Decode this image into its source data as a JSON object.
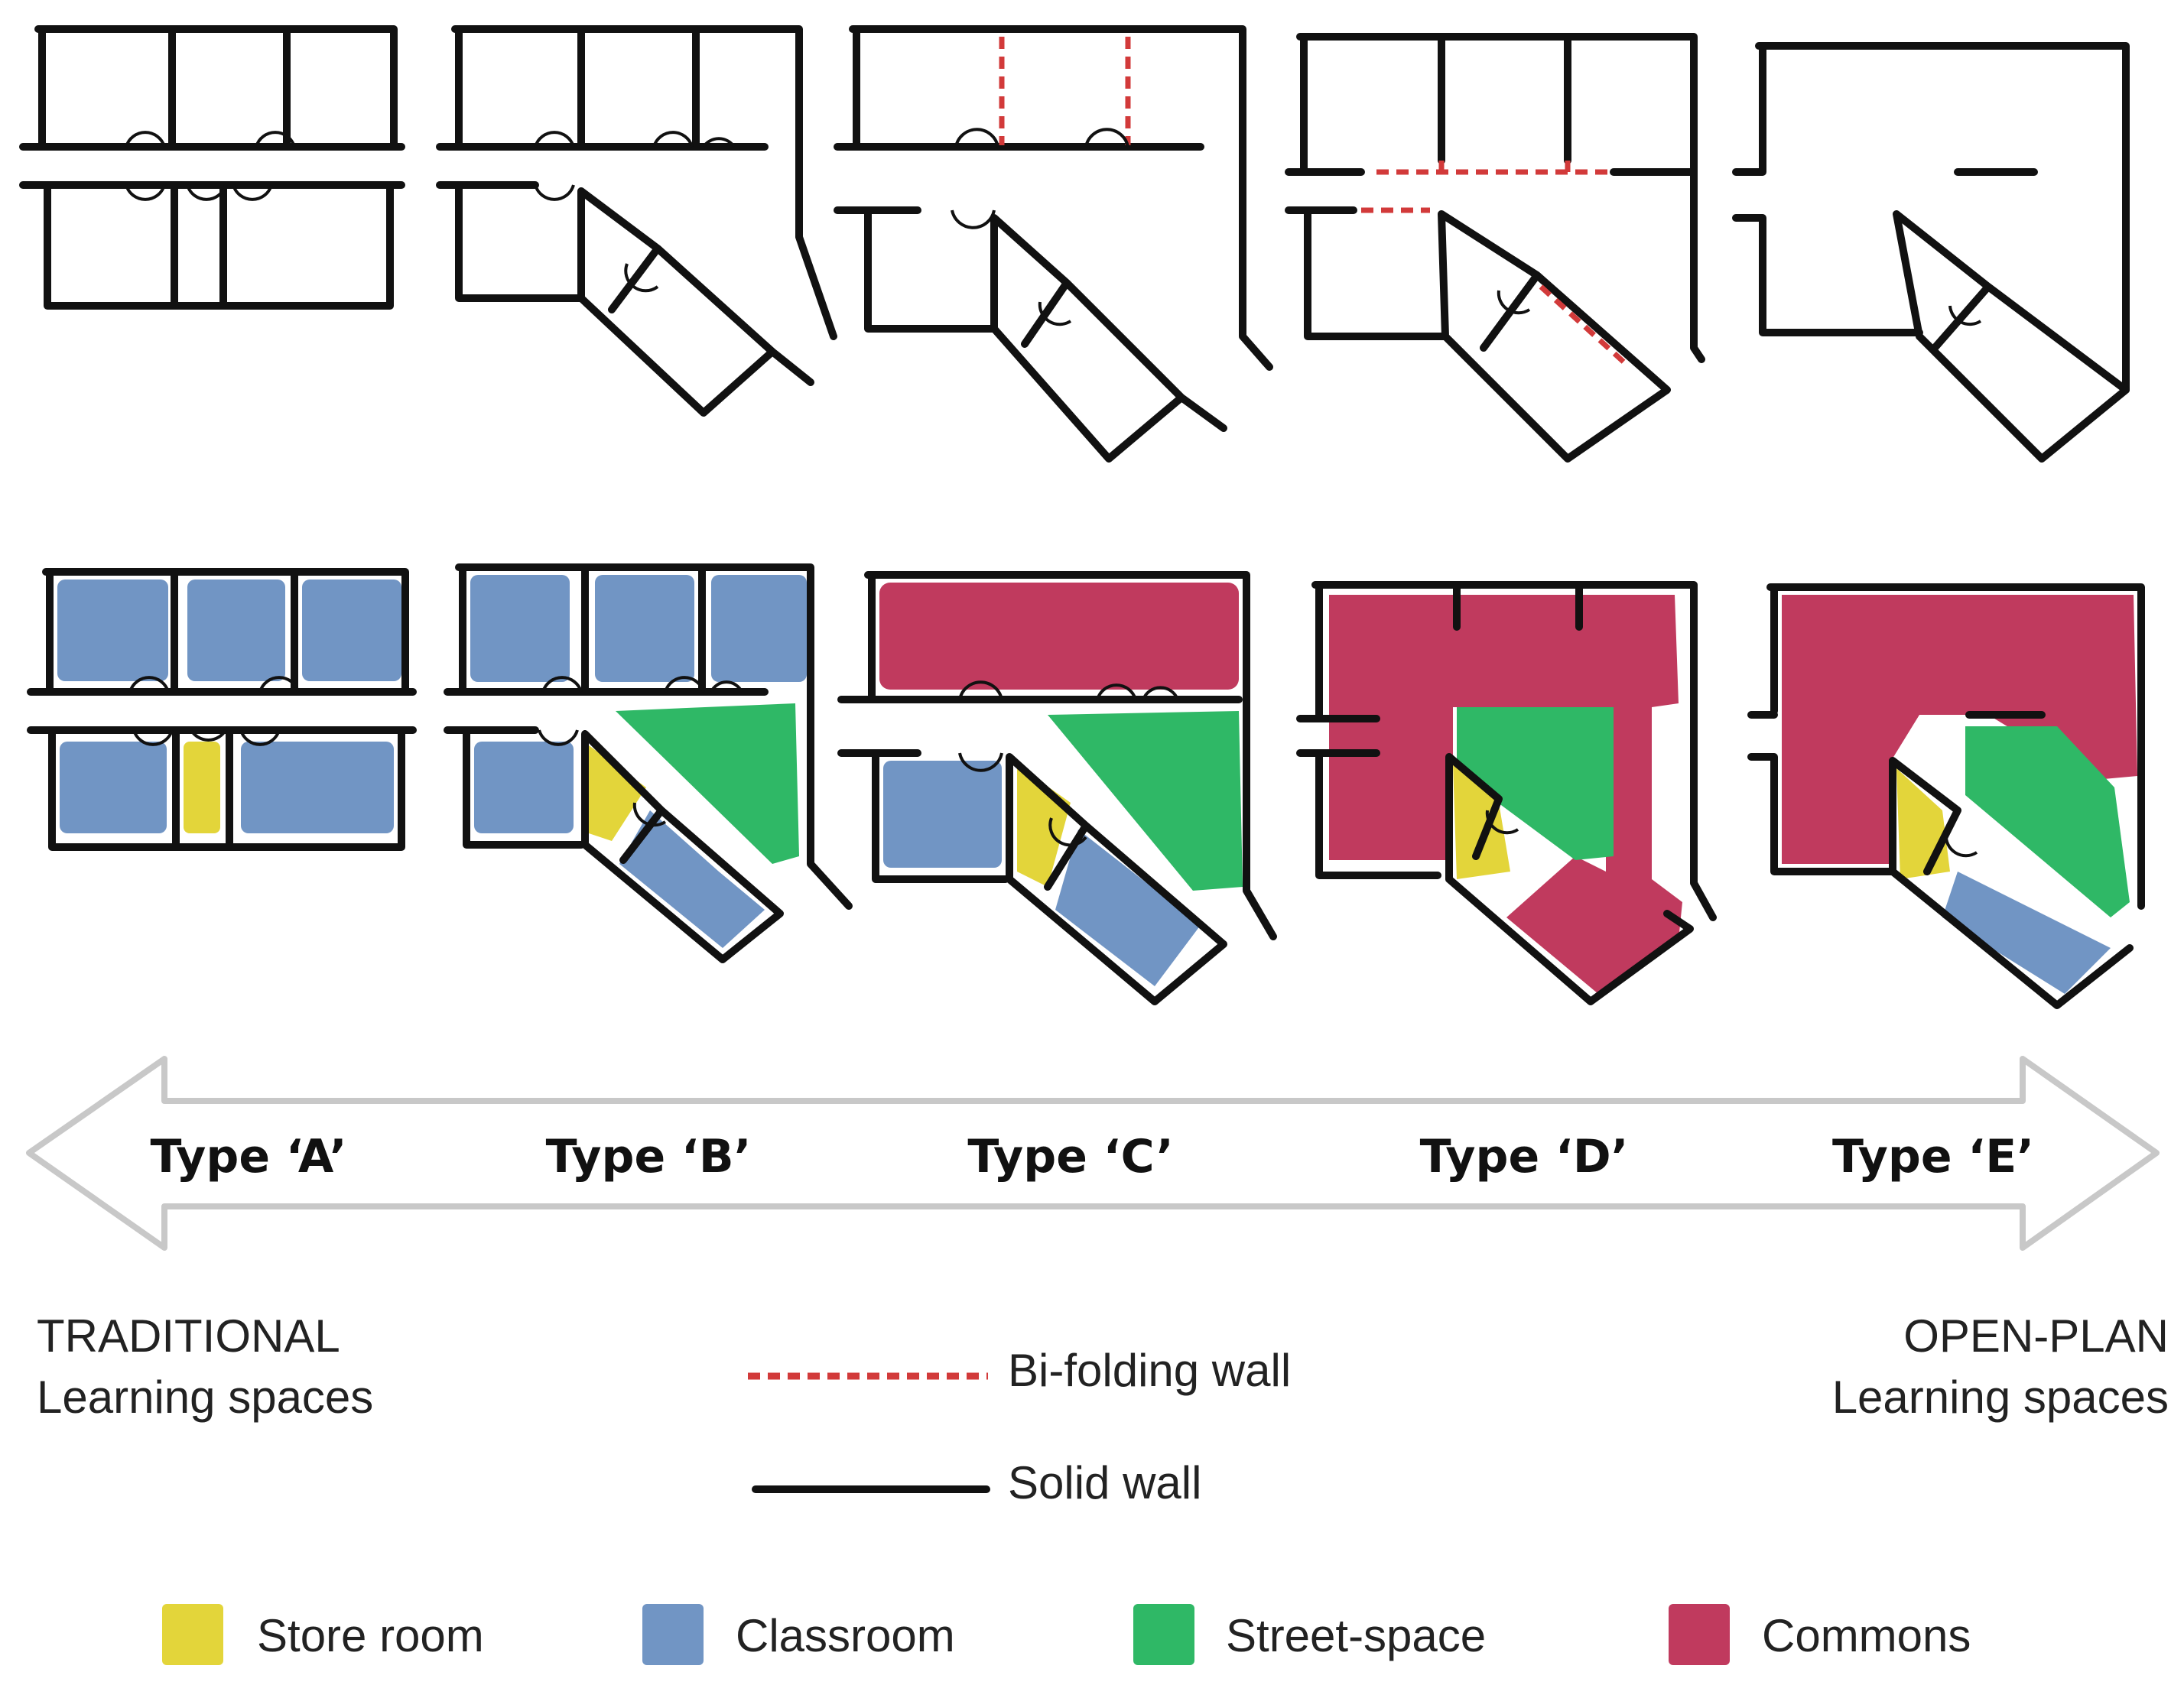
{
  "types": [
    "Type ‘A’",
    "Type ‘B’",
    "Type ‘C’",
    "Type ‘D’",
    "Type ‘E’"
  ],
  "left_label": {
    "line1": "TRADITIONAL",
    "line2": "Learning spaces"
  },
  "right_label": {
    "line1": "OPEN-PLAN",
    "line2": "Learning spaces"
  },
  "line_legend": {
    "bifolding": "Bi-folding wall",
    "solid": "Solid wall"
  },
  "space_legend": [
    {
      "label": "Store room",
      "color": "#e3d53a"
    },
    {
      "label": "Classroom",
      "color": "#7195c4"
    },
    {
      "label": "Street-space",
      "color": "#2fb866"
    },
    {
      "label": "Commons",
      "color": "#c03a5e"
    }
  ],
  "colors": {
    "wall": "#111111",
    "bifolding": "#d23a3a",
    "arrow": "#c8c8c8"
  }
}
